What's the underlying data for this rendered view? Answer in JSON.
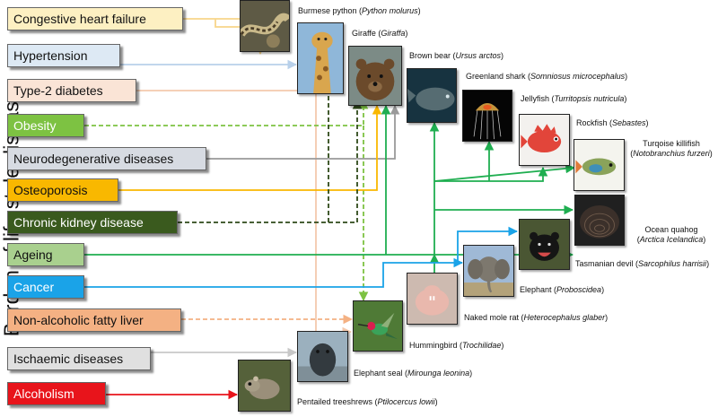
{
  "y_axis_title": "Burden of life style diseases",
  "diseases": [
    {
      "key": "chf",
      "label": "Congestive heart failure",
      "fill": "#fdf0c2",
      "text": "#111111",
      "arrow": "#f7d58a"
    },
    {
      "key": "htn",
      "label": "Hypertension",
      "fill": "#dde9f4",
      "text": "#111111",
      "arrow": "#b8d0ea"
    },
    {
      "key": "t2d",
      "label": "Type-2 diabetes",
      "fill": "#fae4d6",
      "text": "#111111",
      "arrow": "#f4c9ad"
    },
    {
      "key": "obe",
      "label": "Obesity",
      "fill": "#7dc242",
      "text": "#ffffff",
      "arrow": "#7dc242"
    },
    {
      "key": "neu",
      "label": "Neurodegenerative diseases",
      "fill": "#d7dbe2",
      "text": "#111111",
      "arrow": "#9a9a9a"
    },
    {
      "key": "ost",
      "label": "Osteoporosis",
      "fill": "#f9b800",
      "text": "#111111",
      "arrow": "#f9b800"
    },
    {
      "key": "ckd",
      "label": "Chronic kidney disease",
      "fill": "#3a5a1e",
      "text": "#ffffff",
      "arrow": "#2f4a1a"
    },
    {
      "key": "age",
      "label": "Ageing",
      "fill": "#a9d08e",
      "text": "#111111",
      "arrow": "#1fae50"
    },
    {
      "key": "can",
      "label": "Cancer",
      "fill": "#1aa3e8",
      "text": "#ffffff",
      "arrow": "#1aa3e8"
    },
    {
      "key": "naf",
      "label": "Non-alcoholic fatty liver",
      "fill": "#f4b183",
      "text": "#111111",
      "arrow": "#f4b183"
    },
    {
      "key": "isc",
      "label": "Ischaemic diseases",
      "fill": "#e0e0e0",
      "text": "#111111",
      "arrow": "#c8c8c8"
    },
    {
      "key": "alc",
      "label": "Alcoholism",
      "fill": "#e8141b",
      "text": "#ffffff",
      "arrow": "#e8141b"
    }
  ],
  "animals": [
    {
      "key": "python",
      "common": "Burmese python (",
      "latin": "Python molurus",
      "close": ")",
      "bg": "#6b6650",
      "icon": "python-icon"
    },
    {
      "key": "giraffe",
      "common": "Giraffe (",
      "latin": "Giraffa",
      "close": ")",
      "bg": "#8fb7d9",
      "icon": "giraffe-icon"
    },
    {
      "key": "bear",
      "common": "Brown bear (",
      "latin": "Ursus arctos",
      "close": ")",
      "bg": "#6f7d7a",
      "icon": "brown-bear-icon"
    },
    {
      "key": "shark",
      "common": "Greenland shark (",
      "latin": "Somniosus microcephalus",
      "close": ")",
      "bg": "#1e3c4a",
      "icon": "shark-icon"
    },
    {
      "key": "jelly",
      "common": "Jellyfish (",
      "latin": "Turritopsis nutricula",
      "close": ")",
      "bg": "#0a0a0a",
      "icon": "jellyfish-icon"
    },
    {
      "key": "rockfish",
      "common": "Rockfish (",
      "latin": "Sebastes",
      "close": ")",
      "bg": "#f3f1ee",
      "icon": "rockfish-icon"
    },
    {
      "key": "killifish",
      "common": "Turqoise killifish",
      "latin": "Notobranchius furzeri",
      "open": "(",
      "close": ")",
      "bg": "#f4f4ee",
      "icon": "killifish-icon"
    },
    {
      "key": "quahog",
      "common": "Ocean quahog",
      "latin": "Arctica Icelandica",
      "open": "(",
      "close": ")",
      "bg": "#222222",
      "icon": "clam-icon"
    },
    {
      "key": "devil",
      "common": "Tasmanian devil (",
      "latin": "Sarcophilus harrisii",
      "close": ")",
      "bg": "#3f4a2f",
      "icon": "tasmanian-devil-icon"
    },
    {
      "key": "elephant",
      "common": "Elephant (",
      "latin": "Proboscidea",
      "close": ")",
      "bg": "#9fb9d6",
      "icon": "elephant-icon"
    },
    {
      "key": "molerat",
      "common": "Naked mole rat (",
      "latin": "Heterocephalus glaber",
      "close": ")",
      "bg": "#c9b7ae",
      "icon": "mole-rat-icon"
    },
    {
      "key": "humming",
      "common": "Hummingbird (",
      "latin": "Trochilidae",
      "close": ")",
      "bg": "#4f7a36",
      "icon": "hummingbird-icon"
    },
    {
      "key": "seal",
      "common": "Elephant seal (",
      "latin": "Mirounga leonina",
      "close": ")",
      "bg": "#9bb0be",
      "icon": "elephant-seal-icon"
    },
    {
      "key": "treeshrew",
      "common": "Pentailed treeshrews (",
      "latin": "Ptilocercus lowii",
      "close": ")",
      "bg": "#55613a",
      "icon": "treeshrew-icon"
    }
  ]
}
